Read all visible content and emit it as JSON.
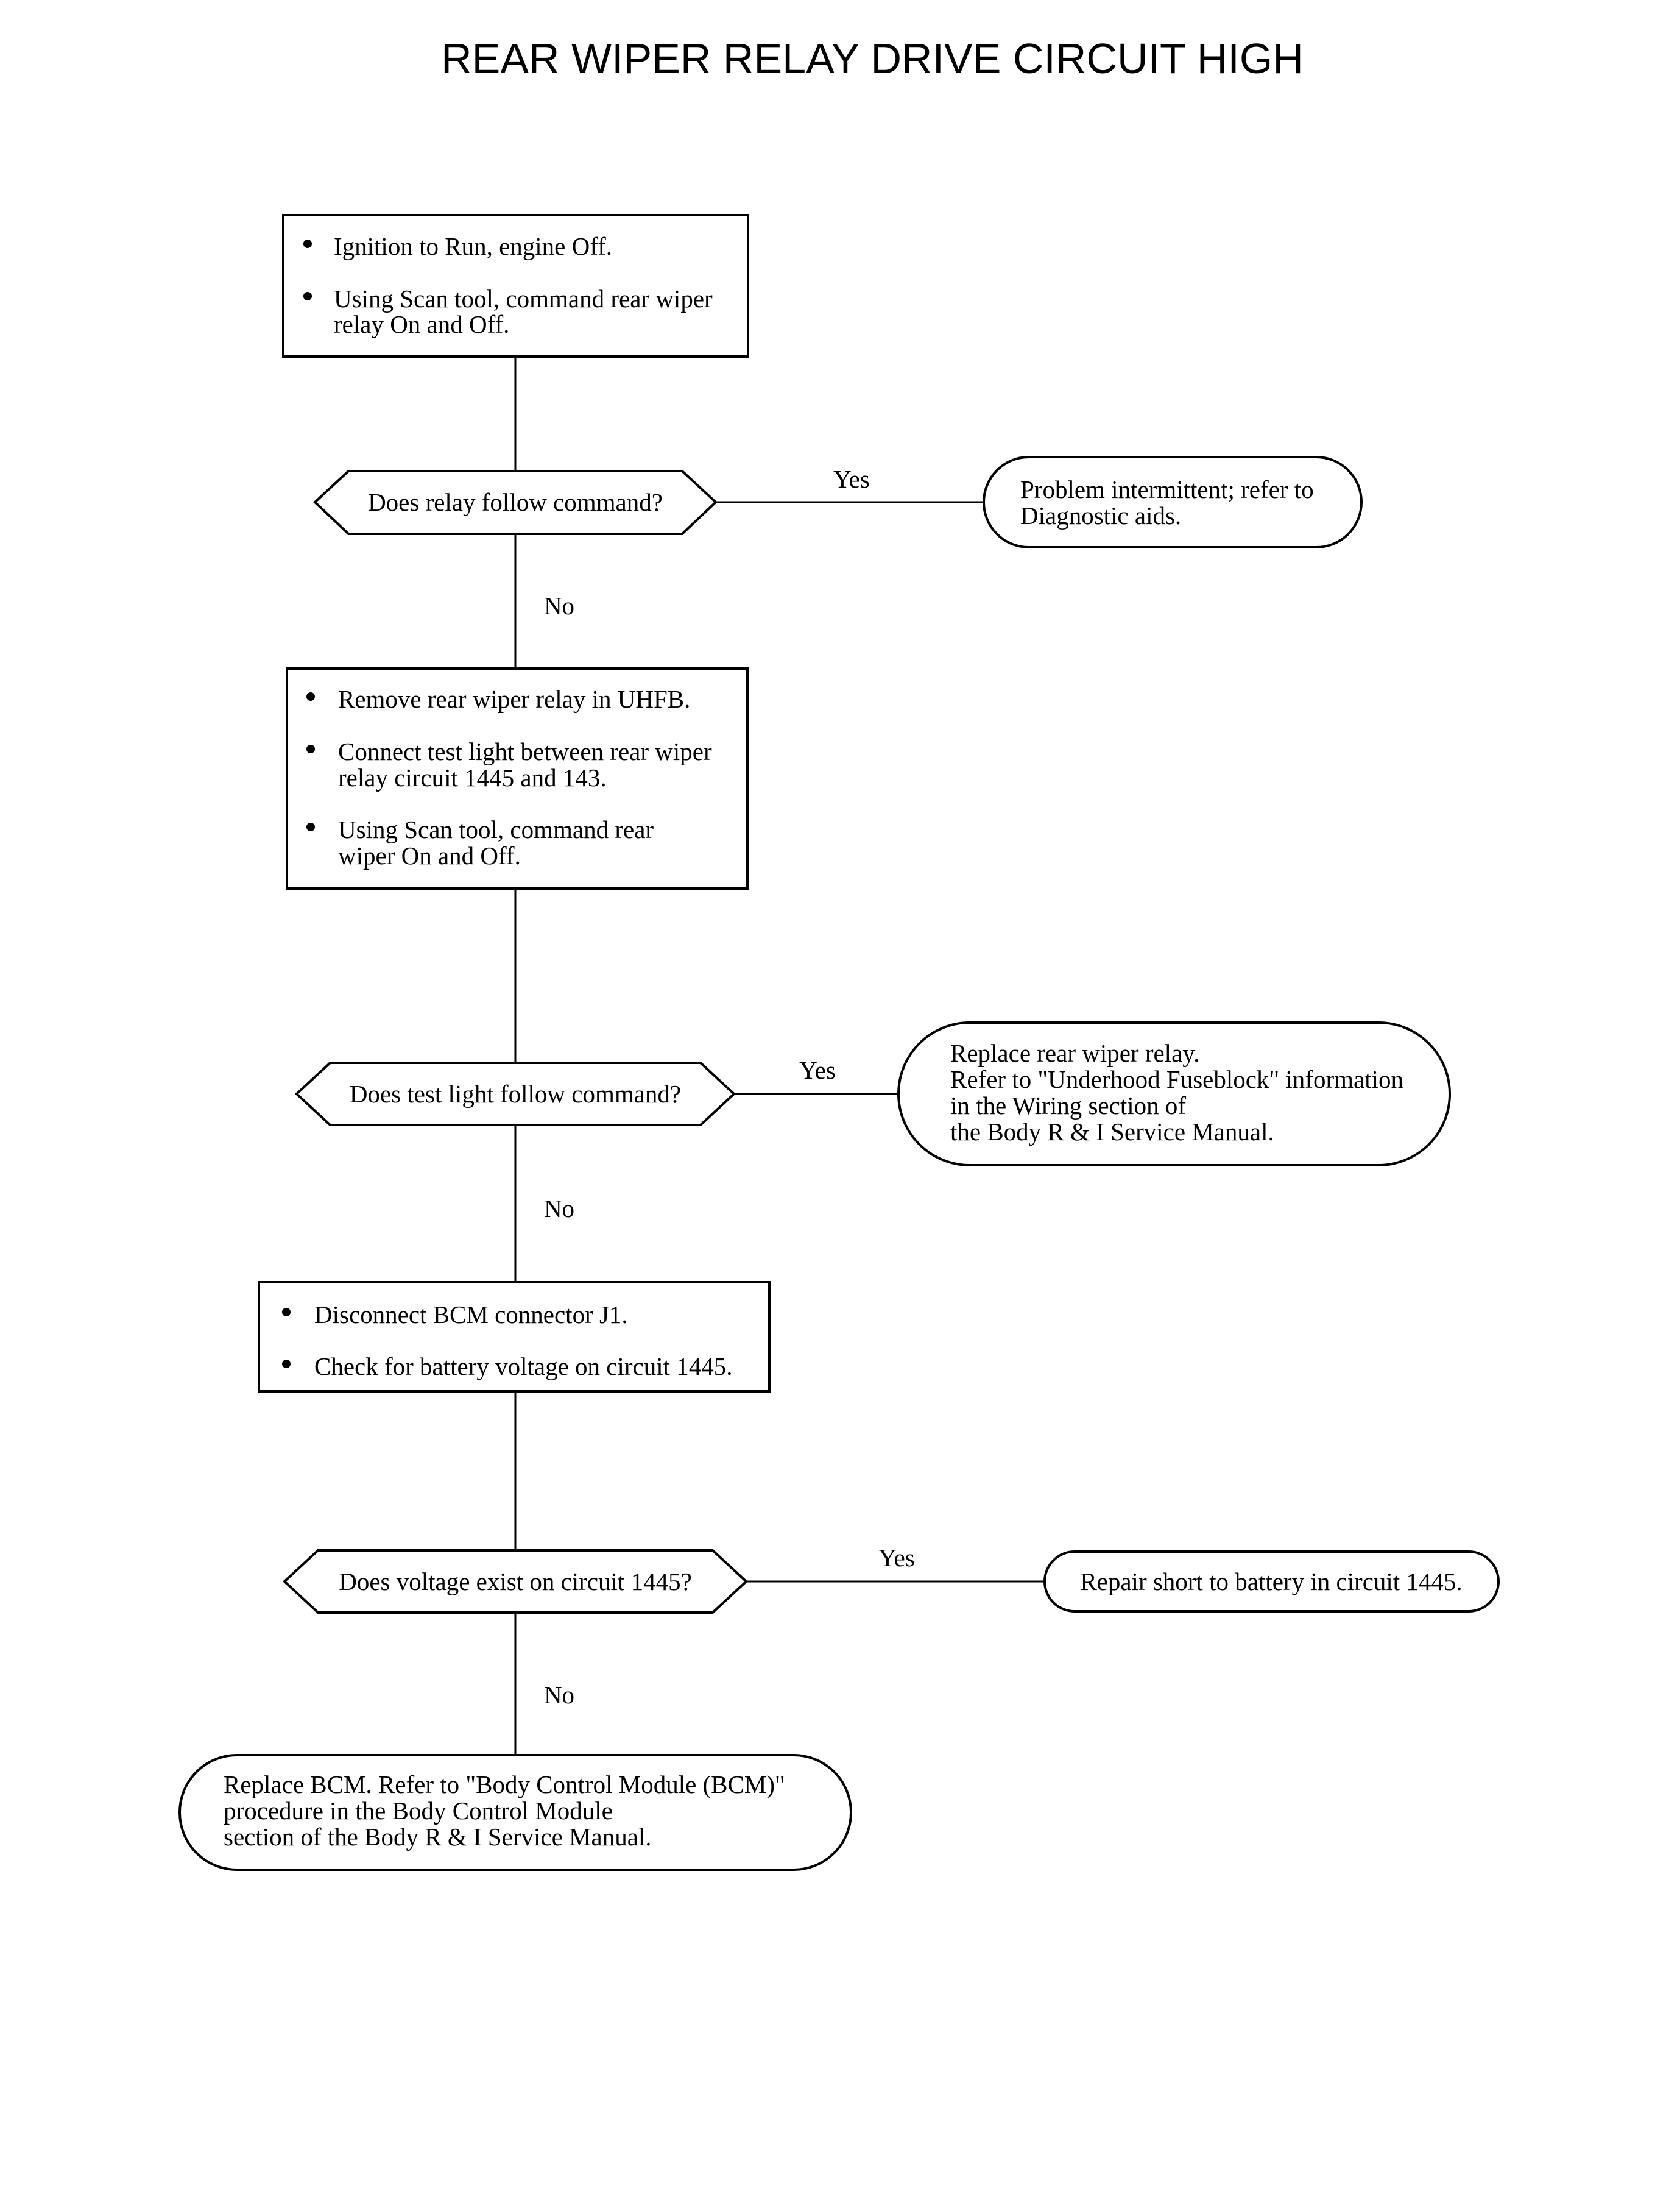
{
  "title": "REAR WIPER RELAY DRIVE CIRCUIT HIGH",
  "step1": {
    "bullets": [
      [
        "Ignition to Run, engine Off."
      ],
      [
        "Using Scan tool, command rear wiper",
        "relay On and Off."
      ]
    ]
  },
  "decision1": {
    "question": "Does relay follow command?",
    "yes_label": "Yes",
    "no_label": "No"
  },
  "result1": {
    "lines": [
      "Problem intermittent; refer to",
      "Diagnostic aids."
    ]
  },
  "step2": {
    "bullets": [
      [
        "Remove rear wiper relay in UHFB."
      ],
      [
        "Connect test light between rear wiper",
        "relay circuit 1445 and 143."
      ],
      [
        "Using Scan tool, command rear",
        "wiper On and Off."
      ]
    ]
  },
  "decision2": {
    "question": "Does test light follow command?",
    "yes_label": "Yes",
    "no_label": "No"
  },
  "result2": {
    "lines": [
      "Replace rear wiper relay.",
      "Refer to \"Underhood Fuseblock\" information",
      "in the Wiring section of",
      "the Body R & I Service Manual."
    ]
  },
  "step3": {
    "bullets": [
      [
        "Disconnect BCM connector J1."
      ],
      [
        "Check for battery voltage on circuit 1445."
      ]
    ]
  },
  "decision3": {
    "question": "Does voltage exist on circuit 1445?",
    "yes_label": "Yes",
    "no_label": "No"
  },
  "result3": {
    "lines": [
      "Repair short to battery in circuit 1445."
    ]
  },
  "result4": {
    "lines": [
      "Replace BCM. Refer to \"Body Control Module (BCM)\"",
      "procedure in the Body Control Module",
      "section of the Body R & I Service Manual."
    ]
  }
}
